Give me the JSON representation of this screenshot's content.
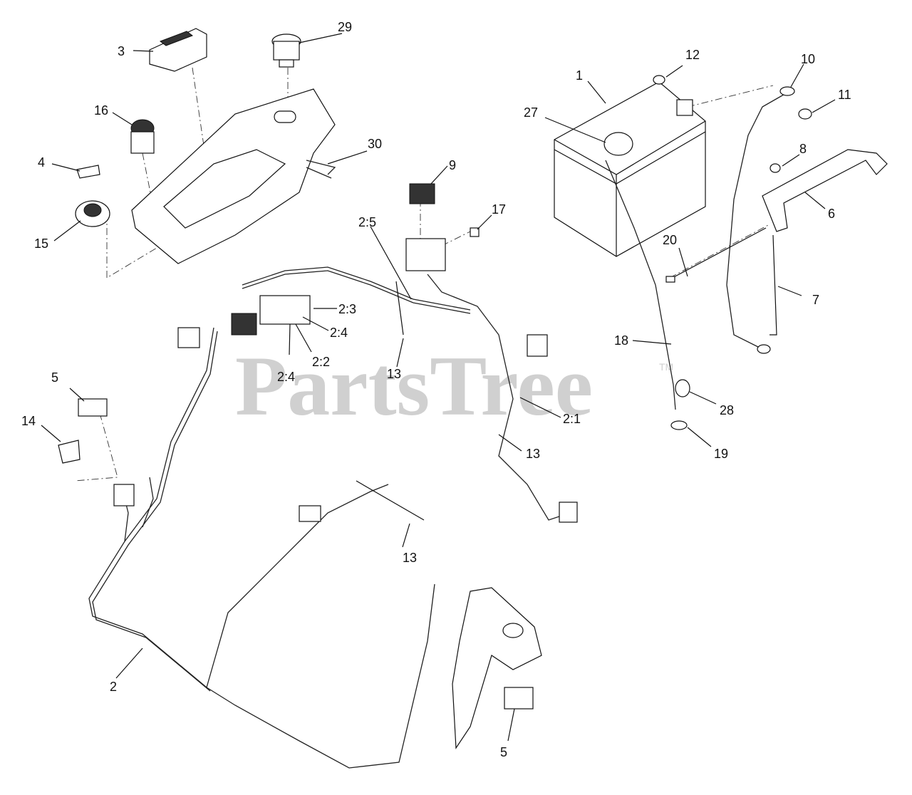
{
  "watermark": {
    "text": "PartsTree",
    "trademark": "TM"
  },
  "labels": {
    "1": "1",
    "2": "2",
    "3": "3",
    "4": "4",
    "5": "5",
    "6": "6",
    "7": "7",
    "8": "8",
    "9": "9",
    "10": "10",
    "11": "11",
    "12": "12",
    "13": "13",
    "14": "14",
    "15": "15",
    "16": "16",
    "17": "17",
    "18": "18",
    "19": "19",
    "20": "20",
    "27": "27",
    "28": "28",
    "29": "29",
    "30": "30",
    "2_1": "2:1",
    "2_2": "2:2",
    "2_3": "2:3",
    "2_4": "2:4",
    "2_5": "2:5"
  }
}
